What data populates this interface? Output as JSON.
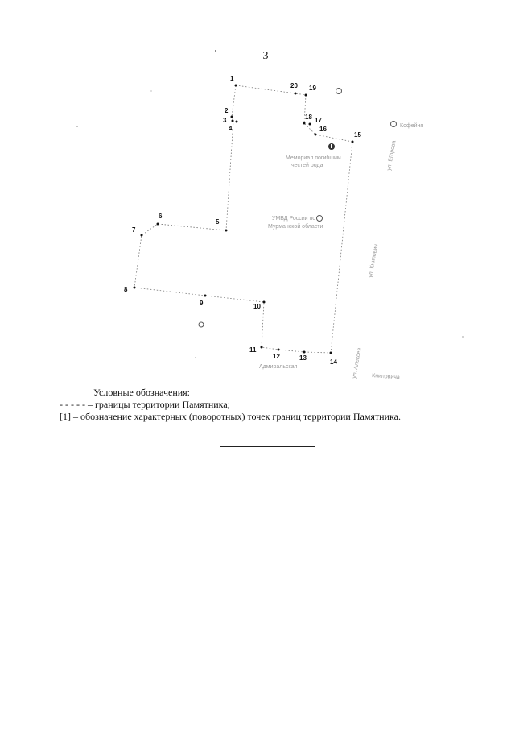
{
  "page_number": "3",
  "map": {
    "boundary_points": [
      "1",
      "2",
      "3",
      "4",
      "5",
      "6",
      "7",
      "8",
      "9",
      "10",
      "11",
      "12",
      "13",
      "14",
      "15",
      "16",
      "17",
      "18",
      "19",
      "20"
    ],
    "faint_labels": {
      "memorial": "Мемориал погибшим",
      "memorial_2": "честей рода",
      "umvd": "УМВД России по",
      "umvd_2": "Мурманской области",
      "street_right_top": "ул. Егорова",
      "street_right_mid": "ул. Книпович",
      "street_bottom_right": "ул. Алексея",
      "street_bottom_right_2": "Книповича",
      "street_bottom": "Адмиральская",
      "poi_top_right": "Кофейня"
    }
  },
  "legend": {
    "title": "Условные обозначения:",
    "line_symbol": "- - - - -",
    "line_text": "– границы территории Памятника;",
    "point_symbol": "[1]",
    "point_text": "– обозначение характерных (поворотных) точек границ территории Памятника."
  }
}
